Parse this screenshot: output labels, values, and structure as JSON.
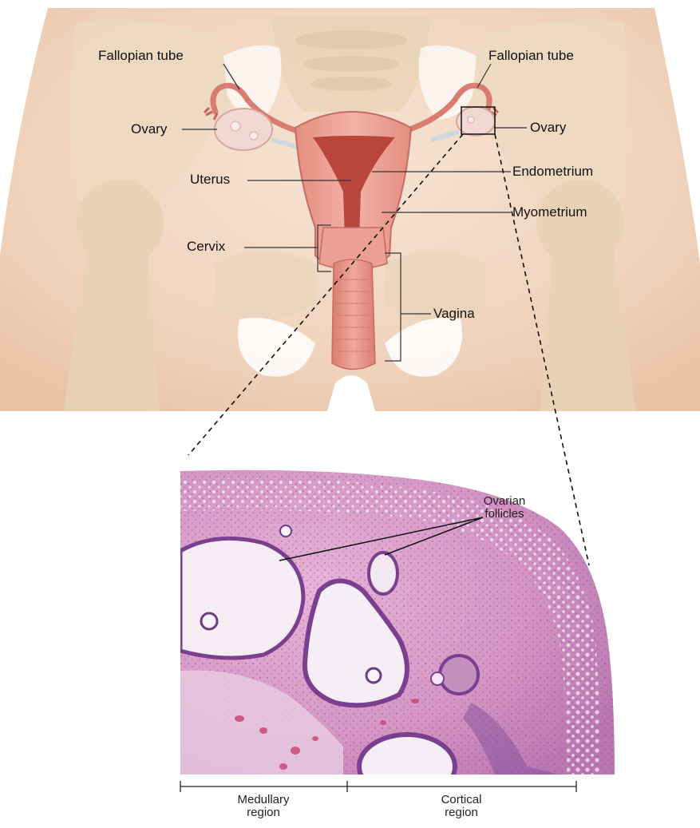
{
  "anatomy": {
    "labels": {
      "fallopian_tube_left": "Fallopian tube",
      "fallopian_tube_right": "Fallopian tube",
      "ovary_left": "Ovary",
      "ovary_right": "Ovary",
      "uterus": "Uterus",
      "endometrium": "Endometrium",
      "myometrium": "Myometrium",
      "cervix": "Cervix",
      "vagina": "Vagina"
    }
  },
  "histology": {
    "follicles_label_line1": "Ovarian",
    "follicles_label_line2": "follicles",
    "medullary_line1": "Medullary",
    "medullary_line2": "region",
    "cortical_line1": "Cortical",
    "cortical_line2": "region"
  },
  "colors": {
    "skin": "#f3d9c4",
    "bone": "#eadbc3",
    "uterus": "#e79a8d",
    "cavity": "#b8463c",
    "stain_pink": "#d99ac8",
    "stain_purple": "#8c4f9e"
  }
}
